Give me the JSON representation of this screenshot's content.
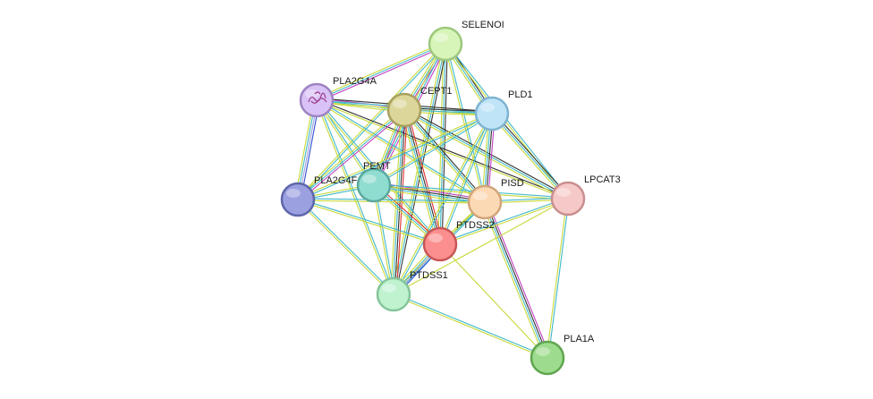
{
  "network": {
    "nodes": [
      {
        "id": "SELENOI",
        "label": "SELENOI",
        "color": "#d7f5b8",
        "stroke": "#9cc77c"
      },
      {
        "id": "PLA2G4A",
        "label": "PLA2G4A",
        "color": "#d9c2f5",
        "stroke": "#9d83c2",
        "has_structure_icon": true
      },
      {
        "id": "CEPT1",
        "label": "CEPT1",
        "color": "#dcd69a",
        "stroke": "#a7a05e"
      },
      {
        "id": "PLD1",
        "label": "PLD1",
        "color": "#bfe4f7",
        "stroke": "#7fb3d1"
      },
      {
        "id": "LPCAT3",
        "label": "LPCAT3",
        "color": "#f6c9c9",
        "stroke": "#c98e8e"
      },
      {
        "id": "PEMT",
        "label": "PEMT",
        "color": "#8fdcd0",
        "stroke": "#5ba89e"
      },
      {
        "id": "PLA2G4F",
        "label": "PLA2G4F",
        "color": "#9aa0e0",
        "stroke": "#5e66aa"
      },
      {
        "id": "PISD",
        "label": "PISD",
        "color": "#fbd9b5",
        "stroke": "#d1a57b"
      },
      {
        "id": "PTDSS2",
        "label": "PTDSS2",
        "color": "#fb8f8f",
        "stroke": "#c85555"
      },
      {
        "id": "PTDSS1",
        "label": "PTDSS1",
        "color": "#bff2cf",
        "stroke": "#85c59a"
      },
      {
        "id": "PLA1A",
        "label": "PLA1A",
        "color": "#9ddc8e",
        "stroke": "#5fa54e"
      }
    ],
    "edge_colors": {
      "textmining": "#c8d83a",
      "database": "#40b8c8",
      "coexpression": "#333333",
      "experiments": "#c040c0",
      "fusion": "#e03030",
      "neighborhood": "#3050d0",
      "homology": "#a0a0e0"
    },
    "edges": [
      {
        "source": "SELENOI",
        "target": "PLA2G4A",
        "types": [
          "experiments",
          "database",
          "textmining"
        ]
      },
      {
        "source": "SELENOI",
        "target": "CEPT1",
        "types": [
          "experiments",
          "database",
          "textmining"
        ]
      },
      {
        "source": "SELENOI",
        "target": "PLD1",
        "types": [
          "coexpression",
          "database",
          "textmining"
        ]
      },
      {
        "source": "SELENOI",
        "target": "PEMT",
        "types": [
          "experiments",
          "database",
          "textmining"
        ]
      },
      {
        "source": "SELENOI",
        "target": "PLA2G4F",
        "types": [
          "database",
          "textmining"
        ]
      },
      {
        "source": "SELENOI",
        "target": "PISD",
        "types": [
          "database",
          "textmining"
        ]
      },
      {
        "source": "SELENOI",
        "target": "PTDSS2",
        "types": [
          "coexpression",
          "database",
          "textmining"
        ]
      },
      {
        "source": "SELENOI",
        "target": "PTDSS1",
        "types": [
          "coexpression",
          "database",
          "textmining"
        ]
      },
      {
        "source": "SELENOI",
        "target": "LPCAT3",
        "types": [
          "database",
          "textmining"
        ]
      },
      {
        "source": "PLA2G4A",
        "target": "CEPT1",
        "types": [
          "experiments",
          "database",
          "textmining"
        ]
      },
      {
        "source": "PLA2G4A",
        "target": "PLD1",
        "types": [
          "coexpression",
          "database",
          "textmining"
        ]
      },
      {
        "source": "PLA2G4A",
        "target": "PLA2G4F",
        "types": [
          "neighborhood",
          "homology",
          "database",
          "textmining"
        ]
      },
      {
        "source": "PLA2G4A",
        "target": "PEMT",
        "types": [
          "database",
          "textmining"
        ]
      },
      {
        "source": "PLA2G4A",
        "target": "PISD",
        "types": [
          "database",
          "textmining"
        ]
      },
      {
        "source": "PLA2G4A",
        "target": "PTDSS2",
        "types": [
          "database",
          "textmining"
        ]
      },
      {
        "source": "PLA2G4A",
        "target": "PTDSS1",
        "types": [
          "database",
          "textmining"
        ]
      },
      {
        "source": "PLA2G4A",
        "target": "LPCAT3",
        "types": [
          "coexpression",
          "textmining"
        ]
      },
      {
        "source": "CEPT1",
        "target": "PLD1",
        "types": [
          "coexpression",
          "database",
          "textmining"
        ]
      },
      {
        "source": "CEPT1",
        "target": "PEMT",
        "types": [
          "experiments",
          "database",
          "textmining"
        ]
      },
      {
        "source": "CEPT1",
        "target": "PLA2G4F",
        "types": [
          "experiments",
          "database",
          "textmining"
        ]
      },
      {
        "source": "CEPT1",
        "target": "PISD",
        "types": [
          "coexpression",
          "database",
          "textmining"
        ]
      },
      {
        "source": "CEPT1",
        "target": "PTDSS2",
        "types": [
          "fusion",
          "coexpression",
          "database",
          "textmining"
        ]
      },
      {
        "source": "CEPT1",
        "target": "PTDSS1",
        "types": [
          "fusion",
          "coexpression",
          "database",
          "textmining"
        ]
      },
      {
        "source": "CEPT1",
        "target": "LPCAT3",
        "types": [
          "coexpression",
          "database",
          "textmining"
        ]
      },
      {
        "source": "PLD1",
        "target": "PEMT",
        "types": [
          "database",
          "textmining"
        ]
      },
      {
        "source": "PLD1",
        "target": "PLA2G4F",
        "types": [
          "database",
          "textmining"
        ]
      },
      {
        "source": "PLD1",
        "target": "PISD",
        "types": [
          "experiments",
          "coexpression",
          "database",
          "textmining"
        ]
      },
      {
        "source": "PLD1",
        "target": "PTDSS2",
        "types": [
          "database",
          "textmining"
        ]
      },
      {
        "source": "PLD1",
        "target": "PTDSS1",
        "types": [
          "database",
          "textmining"
        ]
      },
      {
        "source": "PLD1",
        "target": "LPCAT3",
        "types": [
          "coexpression",
          "database",
          "textmining"
        ]
      },
      {
        "source": "PEMT",
        "target": "PLA2G4F",
        "types": [
          "database",
          "textmining"
        ]
      },
      {
        "source": "PEMT",
        "target": "PISD",
        "types": [
          "experiments",
          "coexpression",
          "database",
          "textmining"
        ]
      },
      {
        "source": "PEMT",
        "target": "PTDSS2",
        "types": [
          "fusion",
          "database",
          "textmining"
        ]
      },
      {
        "source": "PEMT",
        "target": "PTDSS1",
        "types": [
          "database",
          "textmining"
        ]
      },
      {
        "source": "PEMT",
        "target": "LPCAT3",
        "types": [
          "database",
          "textmining"
        ]
      },
      {
        "source": "PLA2G4F",
        "target": "PISD",
        "types": [
          "database",
          "textmining"
        ]
      },
      {
        "source": "PLA2G4F",
        "target": "PTDSS2",
        "types": [
          "database",
          "textmining"
        ]
      },
      {
        "source": "PLA2G4F",
        "target": "PTDSS1",
        "types": [
          "database",
          "textmining"
        ]
      },
      {
        "source": "PISD",
        "target": "PTDSS2",
        "types": [
          "database",
          "textmining"
        ]
      },
      {
        "source": "PISD",
        "target": "PTDSS1",
        "types": [
          "database",
          "textmining"
        ]
      },
      {
        "source": "PISD",
        "target": "LPCAT3",
        "types": [
          "database",
          "textmining"
        ]
      },
      {
        "source": "PISD",
        "target": "PLA1A",
        "types": [
          "experiments",
          "coexpression",
          "database",
          "textmining"
        ]
      },
      {
        "source": "PTDSS2",
        "target": "PTDSS1",
        "types": [
          "neighborhood",
          "homology",
          "database",
          "textmining"
        ]
      },
      {
        "source": "PTDSS2",
        "target": "LPCAT3",
        "types": [
          "database",
          "textmining"
        ]
      },
      {
        "source": "PTDSS2",
        "target": "PLA1A",
        "types": [
          "textmining"
        ]
      },
      {
        "source": "PTDSS1",
        "target": "PLA1A",
        "types": [
          "database",
          "textmining"
        ]
      },
      {
        "source": "PTDSS1",
        "target": "LPCAT3",
        "types": [
          "textmining"
        ]
      },
      {
        "source": "LPCAT3",
        "target": "PLA1A",
        "types": [
          "database",
          "textmining"
        ]
      }
    ]
  }
}
